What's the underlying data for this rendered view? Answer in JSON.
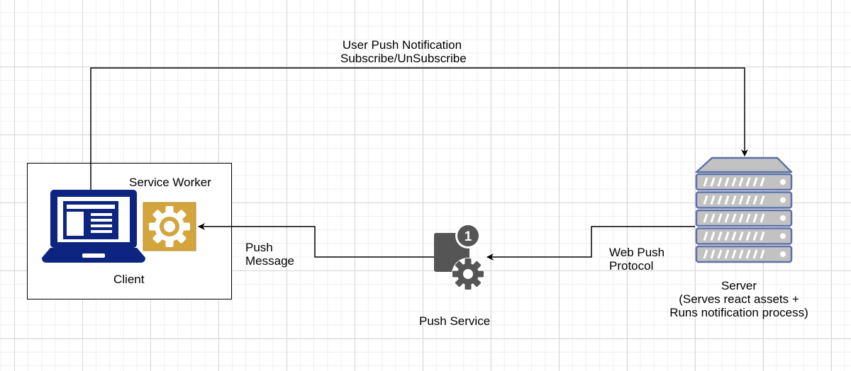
{
  "labels": {
    "subscribe_line1": "User Push Notification",
    "subscribe_line2": "Subscribe/UnSubscribe",
    "service_worker": "Service Worker",
    "client": "Client",
    "push_message_line1": "Push",
    "push_message_line2": "Message",
    "web_push_line1": "Web Push",
    "web_push_line2": "Protocol",
    "push_service": "Push Service",
    "server_line1": "Server",
    "server_line2": "(Serves react assets +",
    "server_line3": "Runs notification process)"
  },
  "badge_count": "1",
  "icons": {
    "client": "laptop-icon",
    "service_worker": "gear-icon",
    "push_service": "push-service-icon",
    "server": "server-rack-icon"
  },
  "colors": {
    "laptop": "#0d2580",
    "gear_tile": "#d4a53d",
    "gear_tile_border": "#b38a2a",
    "push_service": "#555555",
    "server_fill": "#c2c2c2",
    "server_stroke": "#5e71a8",
    "connector": "#000000"
  }
}
